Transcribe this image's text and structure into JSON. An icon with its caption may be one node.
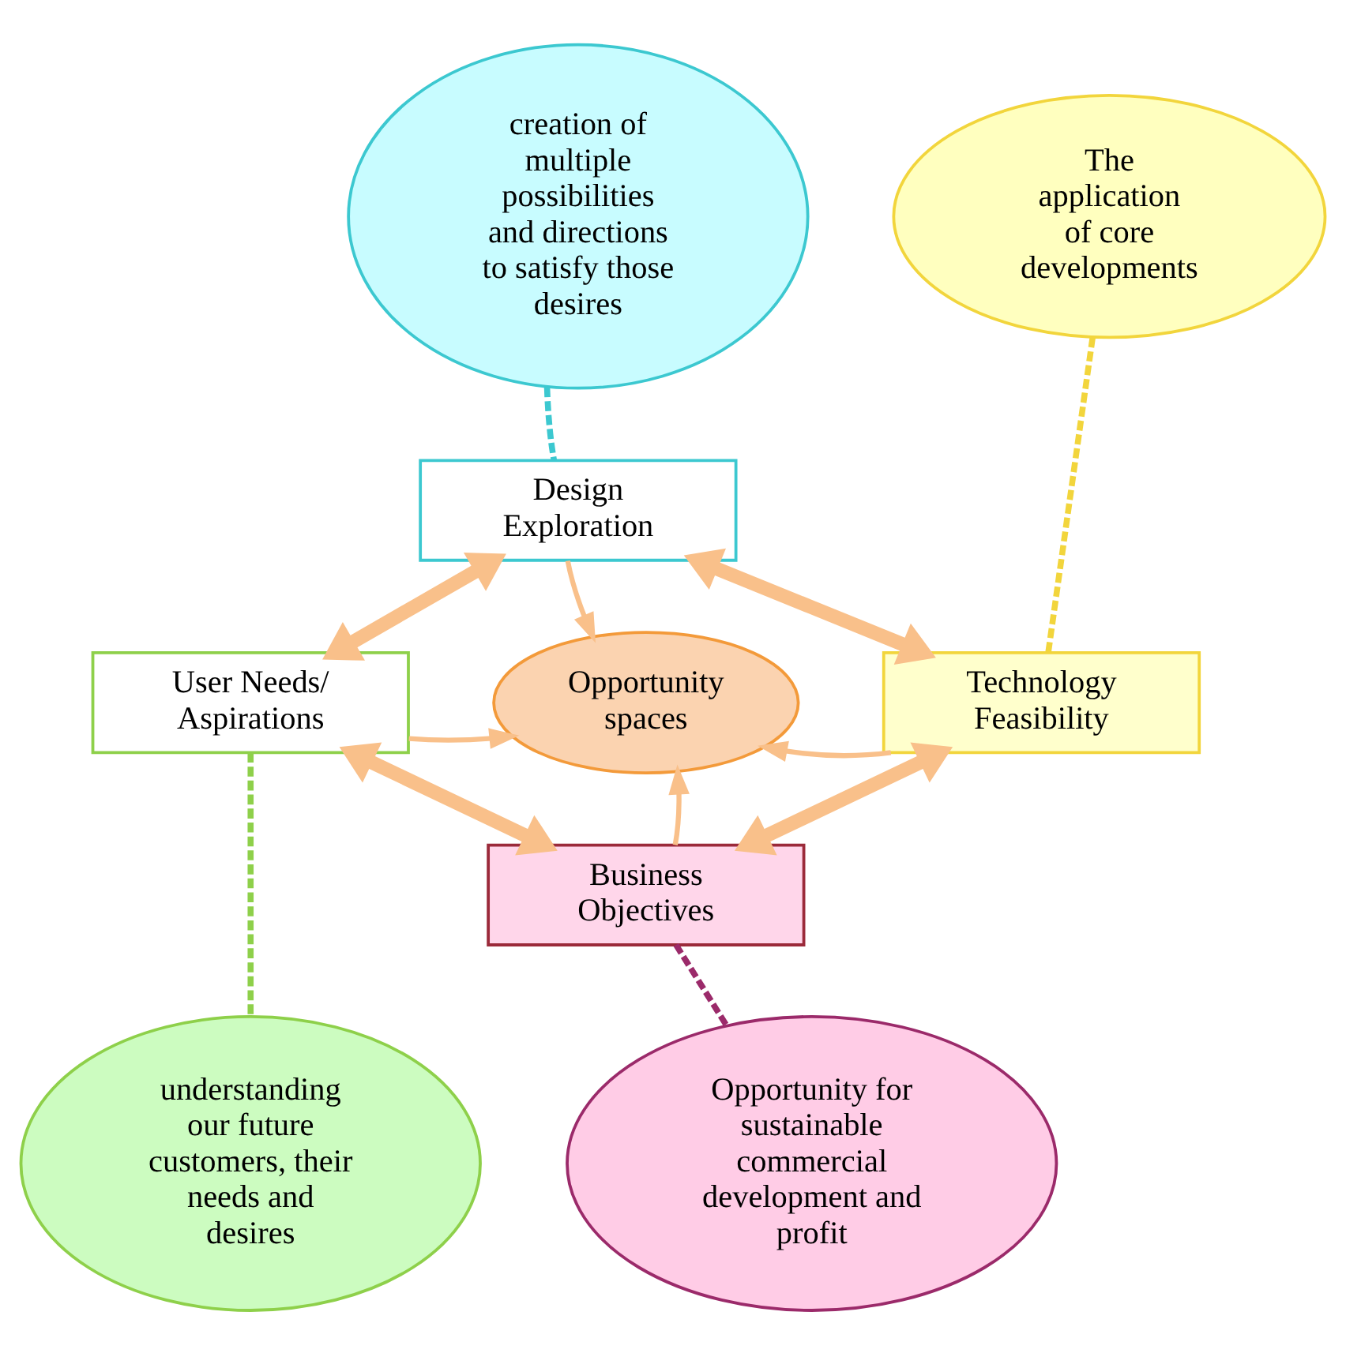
{
  "diagram": {
    "nodes": [
      {
        "text": [
          "Opportunity spaces"
        ]
      },
      {
        "text": [
          "Design Exploration"
        ]
      },
      {
        "text": [
          "Technology Feasibility"
        ]
      },
      {
        "text": [
          "Business Objectives"
        ]
      },
      {
        "text": [
          "User Needs/ Aspirations"
        ]
      },
      {
        "text": [
          "creation of multiple possibilities and directions to satisfy those desires"
        ]
      },
      {
        "text": [
          "The application of core developments"
        ]
      },
      {
        "text": [
          "understanding our future customers, their needs and desires"
        ]
      },
      {
        "text": [
          "Opportunity for sustainable commercial development and profit"
        ]
      }
    ],
    "edges": [
      {
        "from": 1,
        "to": 0,
        "arrow": "to"
      },
      {
        "from": 2,
        "to": 0,
        "arrow": "to"
      },
      {
        "from": 3,
        "to": 0,
        "arrow": "to"
      },
      {
        "from": 4,
        "to": 0,
        "arrow": "to"
      },
      {
        "from": 4,
        "to": 1,
        "arrow": "both",
        "style": "thick"
      },
      {
        "from": 1,
        "to": 2,
        "arrow": "both",
        "style": "thick"
      },
      {
        "from": 2,
        "to": 3,
        "arrow": "both",
        "style": "thick"
      },
      {
        "from": 4,
        "to": 3,
        "arrow": "both",
        "style": "thick"
      },
      {
        "from": 1,
        "to": 5,
        "arrow": "none",
        "style": "dashed",
        "color": "#3cc8d0"
      },
      {
        "from": 2,
        "to": 6,
        "arrow": "none",
        "style": "dashed",
        "color": "#f2d53c"
      },
      {
        "from": 4,
        "to": 7,
        "arrow": "none",
        "style": "dashed",
        "color": "#8ed04a"
      },
      {
        "from": 3,
        "to": 8,
        "arrow": "none",
        "style": "dashed",
        "color": "#9b2a6a"
      }
    ]
  }
}
